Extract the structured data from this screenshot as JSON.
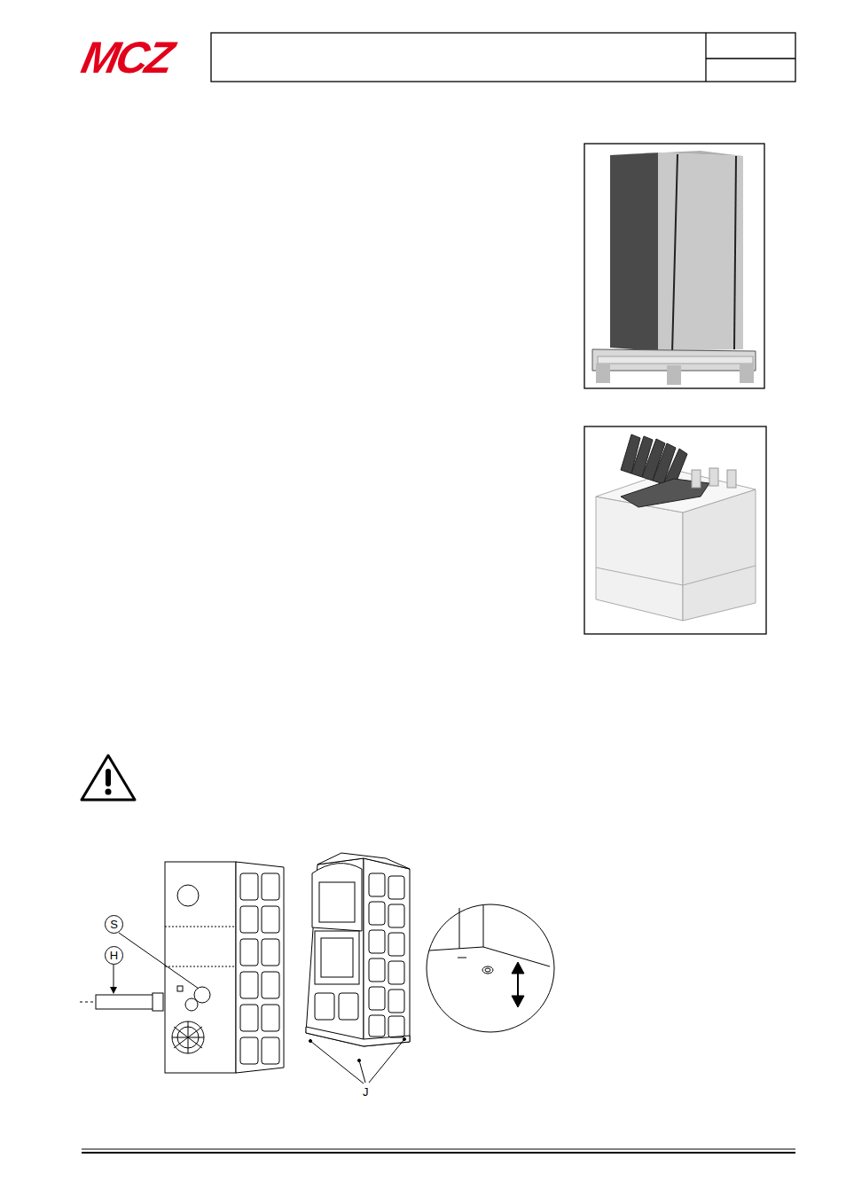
{
  "diagram": {
    "nodes": [
      {
        "text": [
          "S"
        ]
      },
      {
        "text": [
          "H"
        ]
      }
    ],
    "labels": [
      "MCZ",
      "J"
    ]
  }
}
